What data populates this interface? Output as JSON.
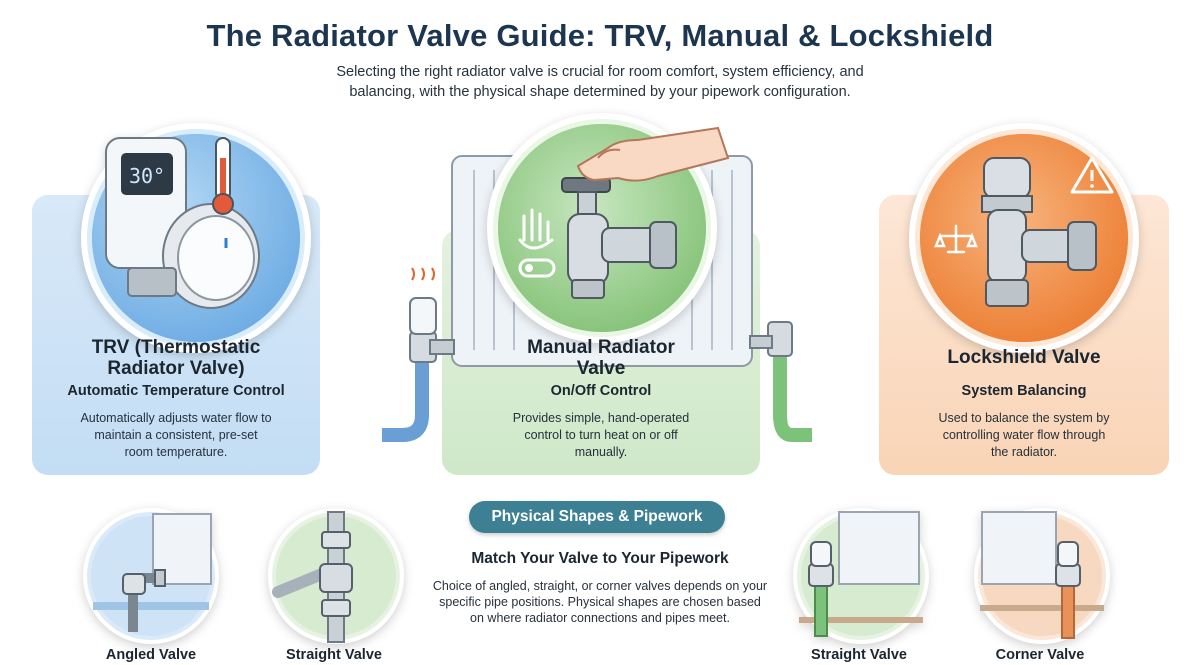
{
  "header": {
    "title": "The Radiator Valve Guide: TRV, Manual & Lockshield",
    "subtitle_line1": "Selecting the right radiator valve is crucial for room comfort, system efficiency, and",
    "subtitle_line2": "balancing, with the physical shape determined by your pipework configuration."
  },
  "cards": {
    "trv": {
      "title_line1": "TRV (Thermostatic",
      "title_line2": "Radiator Valve)",
      "subtitle": "Automatic Temperature Control",
      "desc_line1": "Automatically adjusts water flow to",
      "desc_line2": "maintain a consistent, pre-set",
      "desc_line3": "room temperature.",
      "display_temp": "30°",
      "color": "#c3ddf4"
    },
    "manual": {
      "title_line1": "Manual Radiator",
      "title_line2": "Valve",
      "subtitle": "On/Off Control",
      "desc_line1": "Provides simple, hand-operated",
      "desc_line2": "control to turn heat on or off",
      "desc_line3": "manually.",
      "color": "#cfe8c8"
    },
    "lockshield": {
      "title": "Lockshield Valve",
      "subtitle": "System Balancing",
      "desc_line1": "Used to balance the system by",
      "desc_line2": "controlling water flow through",
      "desc_line3": "the radiator.",
      "color": "#f9d4b6"
    }
  },
  "shapes_section": {
    "badge": "Physical Shapes & Pipework",
    "heading": "Match Your Valve to Your Pipework",
    "desc_line1": "Choice of angled, straight, or corner valves depends on your",
    "desc_line2": "specific pipe positions. Physical shapes are chosen based",
    "desc_line3": "on where radiator connections and pipes meet.",
    "badge_color": "#3d7f93",
    "shapes": [
      {
        "label": "Angled Valve",
        "icon": "angled-valve-icon"
      },
      {
        "label": "Straight Valve",
        "icon": "straight-valve-icon"
      },
      {
        "label": "Straight Valve",
        "icon": "straight-valve-radiator-icon"
      },
      {
        "label": "Corner Valve",
        "icon": "corner-valve-icon"
      }
    ]
  }
}
